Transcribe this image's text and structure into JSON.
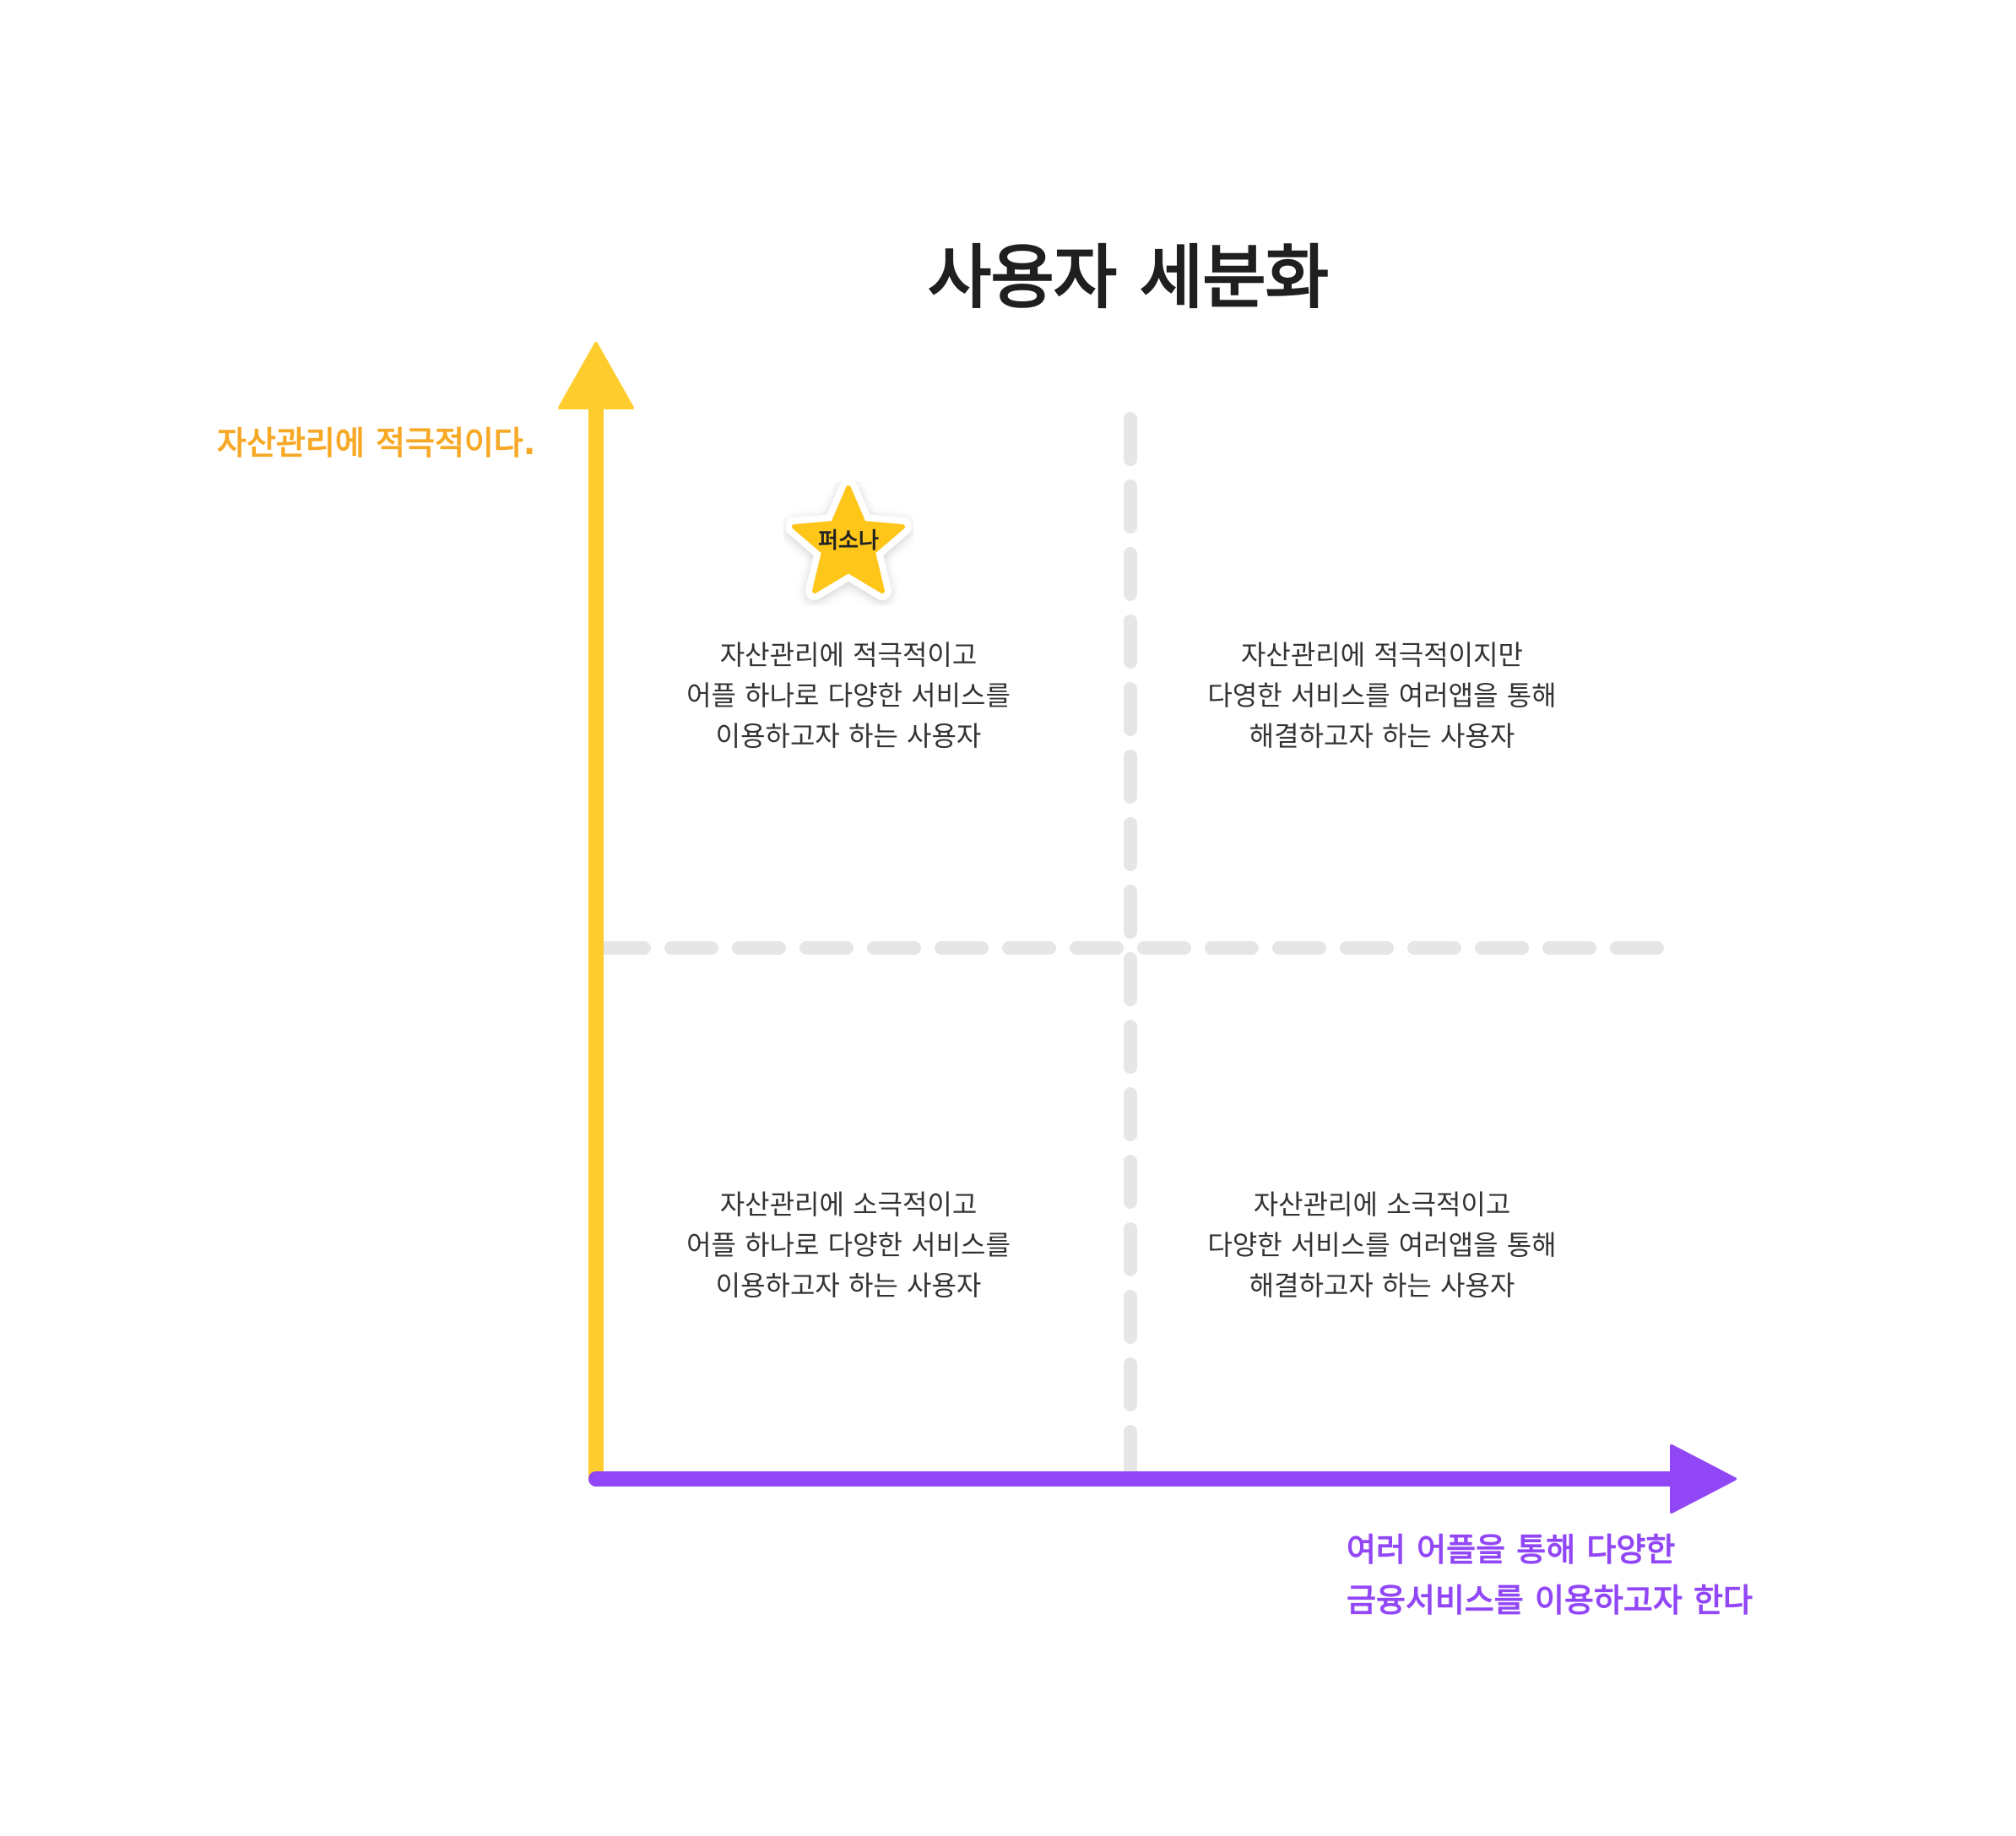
{
  "title": "사용자 세분화",
  "y_axis_label": "자산관리에 적극적이다.",
  "x_axis_label": {
    "line1": "여러 어플을 통해 다양한",
    "line2": "금융서비스를 이용하고자 한다"
  },
  "quadrants": {
    "top_left": [
      "자산관리에 적극적이고",
      "어플 하나로 다양한 서비스를",
      "이용하고자 하는 사용자"
    ],
    "top_right": [
      "자산관리에 적극적이지만",
      "다영한 서비스를 여러앱을 통해",
      "해결하고자 하는 사용자"
    ],
    "bottom_left": [
      "자산관리에 소극적이고",
      "어플 하나로 다양한 서비스를",
      "이용하고자 하는 사용자"
    ],
    "bottom_right": [
      "자산관리에 소극적이고",
      "다양한 서비스를 여러앱을 통해",
      "해결하고자 하는 사용자"
    ]
  },
  "persona_badge": {
    "label": "퍼소나",
    "icon": "star-icon",
    "quadrant": "top_left"
  },
  "colors": {
    "y_axis": "#ffcc2e",
    "x_axis": "#9147f5",
    "y_label": "#f7a825",
    "x_label": "#9147f5",
    "divider": "#e6e6e6",
    "star": "#ffc61a",
    "title": "#1f1f1f",
    "body_text": "#333333"
  }
}
